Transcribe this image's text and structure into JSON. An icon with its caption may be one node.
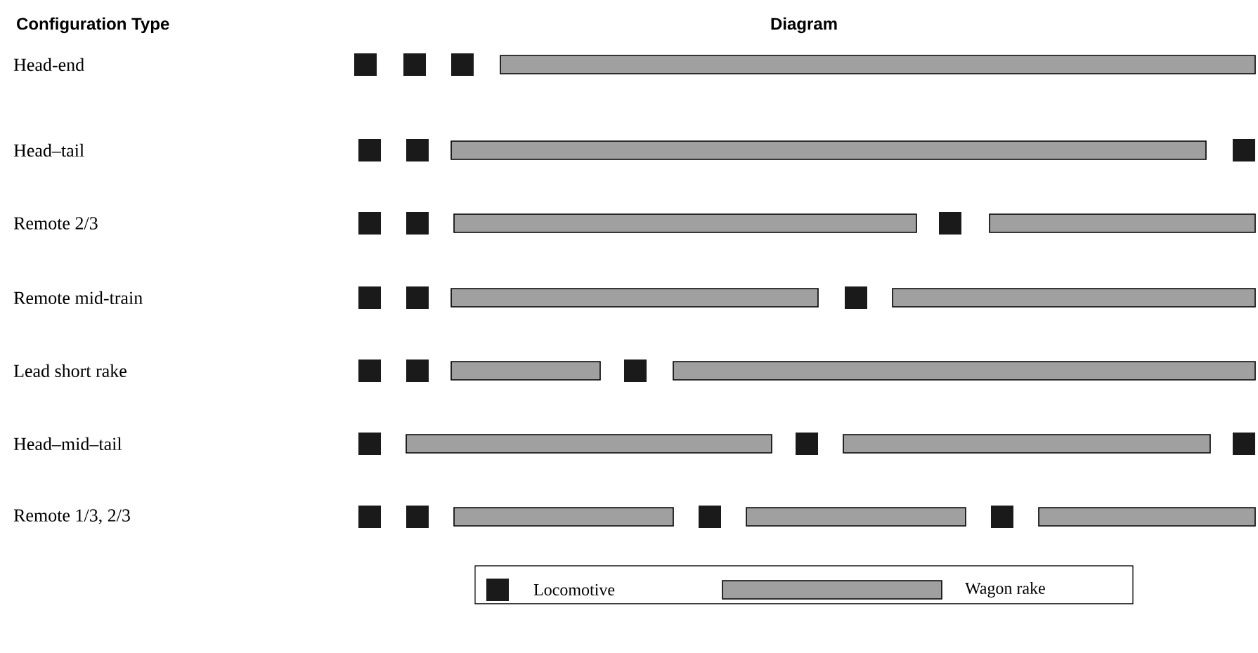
{
  "diagram": {
    "labels": [
      "Configuration Type",
      "Diagram",
      "Head-end",
      "Head–tail",
      "Remote 2/3",
      "Remote mid-train",
      "Lead short rake",
      "Head–mid–tail",
      "Remote 1/3, 2/3"
    ],
    "legend": [
      {
        "text": "Locomotive",
        "color": "#1a1a1a"
      },
      {
        "text": "Wagon rake",
        "color": "#a0a0a0"
      }
    ]
  }
}
